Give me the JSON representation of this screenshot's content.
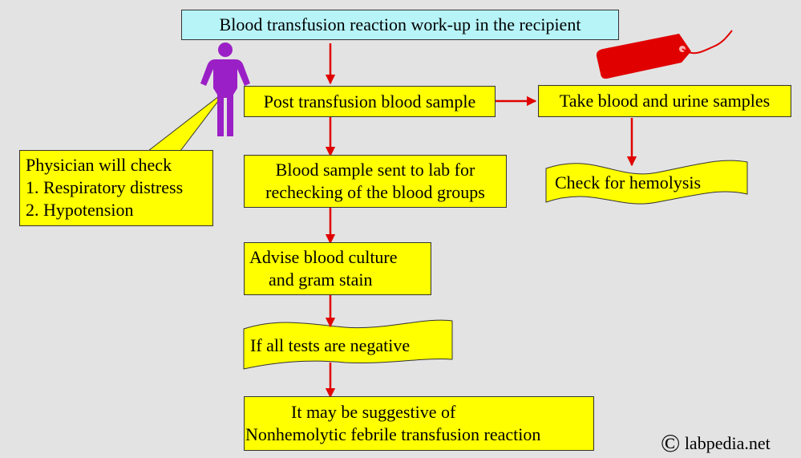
{
  "title": "Blood transfusion reaction work-up in the recipient",
  "steps": {
    "post_sample": "Post transfusion blood sample",
    "sent_to_lab": [
      "Blood sample sent to lab for",
      "rechecking of the blood groups"
    ],
    "advise": [
      "Advise blood culture",
      "and gram stain"
    ],
    "negative": "If all tests are negative",
    "conclusion": [
      "It may be suggestive of",
      "Nonhemolytic febrile transfusion reaction"
    ]
  },
  "side": {
    "take_samples": "Take blood and urine samples",
    "hemolysis": "Check for hemolysis"
  },
  "physician": {
    "heading": "Physician will check",
    "items": [
      "1. Respiratory distress",
      "2. Hypotension"
    ]
  },
  "credit": {
    "symbol": "©",
    "text": "labpedia.net"
  },
  "colors": {
    "box_fill": "#ffff00",
    "title_fill": "#b7f4f8",
    "arrow": "#e00000",
    "person": "#9b1fc6",
    "tag": "#e00000",
    "background": "#e3e3e3"
  }
}
